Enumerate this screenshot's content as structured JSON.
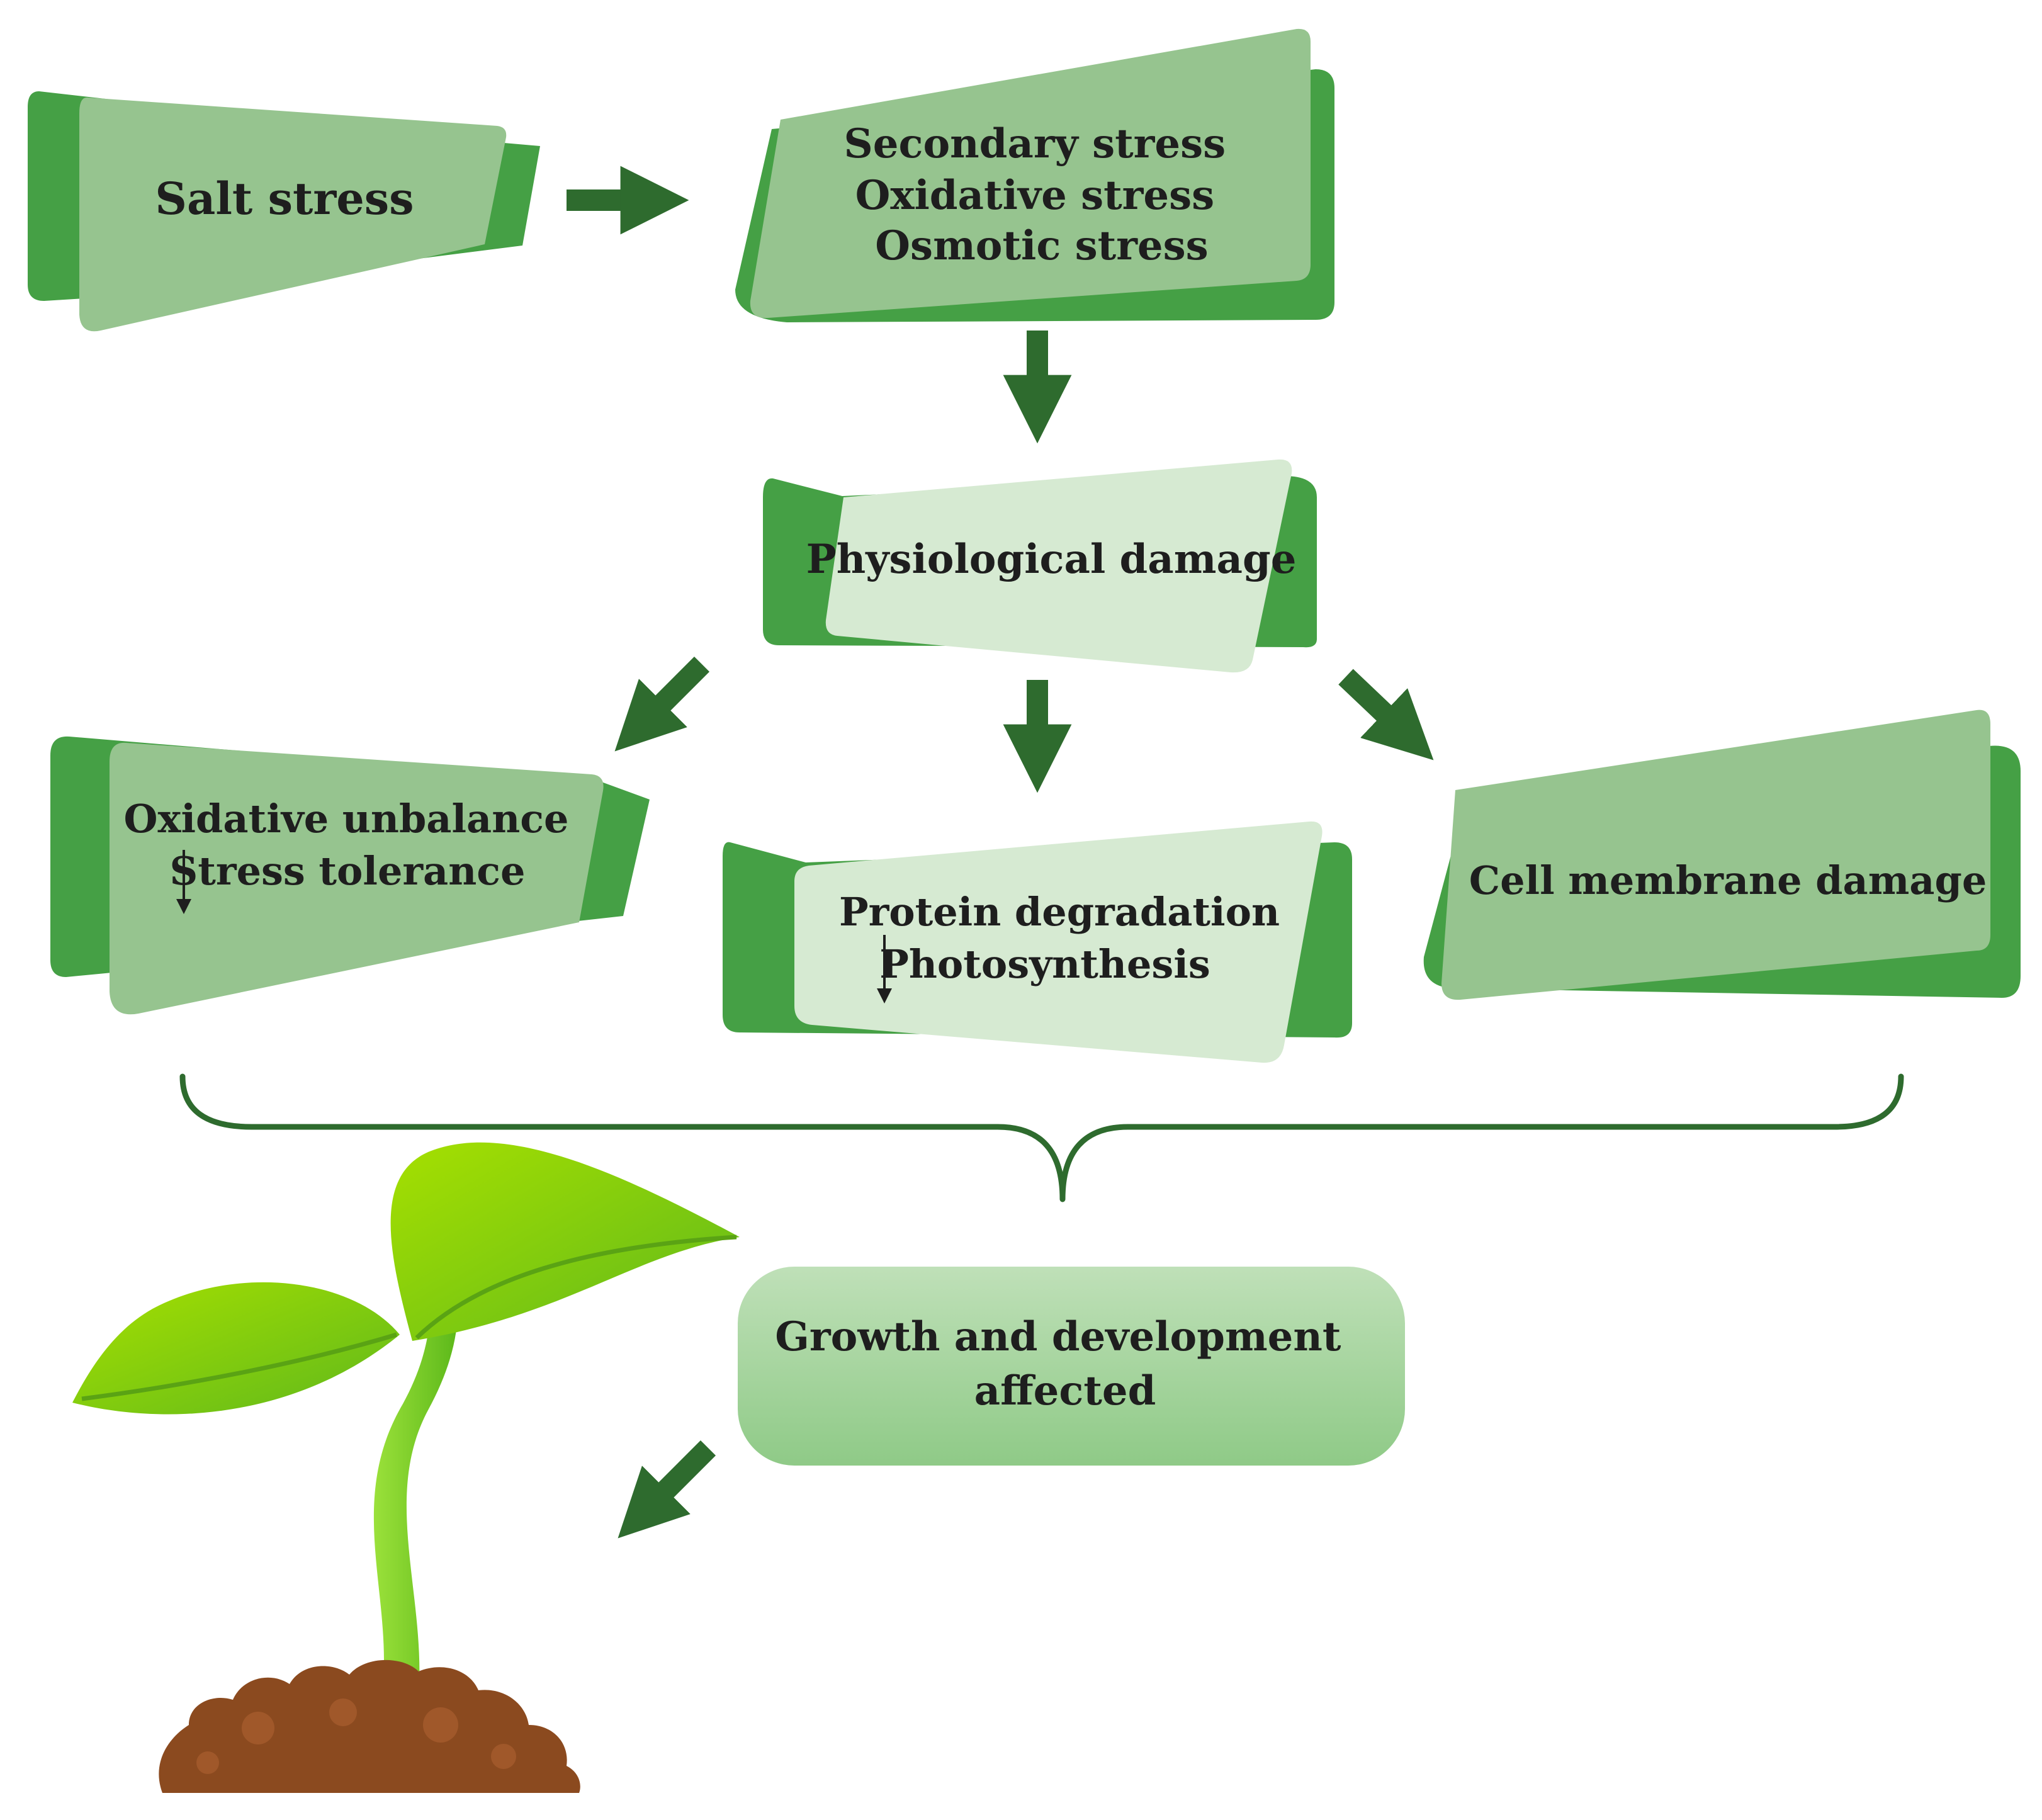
{
  "colors": {
    "dark_green": "#45a045",
    "mid_green": "#96c48f",
    "light_green": "#d6ead2",
    "arrow_green": "#2e6b2e",
    "soil": "#8b4a1f",
    "leaf": "#8fd400",
    "stem": "#7ccc1c"
  },
  "boxes": {
    "salt_stress": {
      "lines": [
        "Salt stress"
      ]
    },
    "secondary": {
      "lines": [
        "Secondary stress",
        "Oxidative stress",
        "Osmotic stress"
      ]
    },
    "physiological": {
      "lines": [
        "Physiological damage"
      ]
    },
    "oxidative": {
      "line1": "Oxidative unbalance",
      "line2": "Stress tolerance"
    },
    "protein": {
      "line1": "Protein degradation",
      "line2": "Photosynthesis"
    },
    "cell_membrane": {
      "lines": [
        "Cell membrane damage"
      ]
    },
    "growth": {
      "lines": [
        "Growth and development",
        "affected"
      ]
    }
  },
  "icons": {
    "flow_arrow": "thick-arrow",
    "decrease_marker": "down-arrow",
    "plant": "seedling-icon",
    "brace": "curly-brace"
  }
}
